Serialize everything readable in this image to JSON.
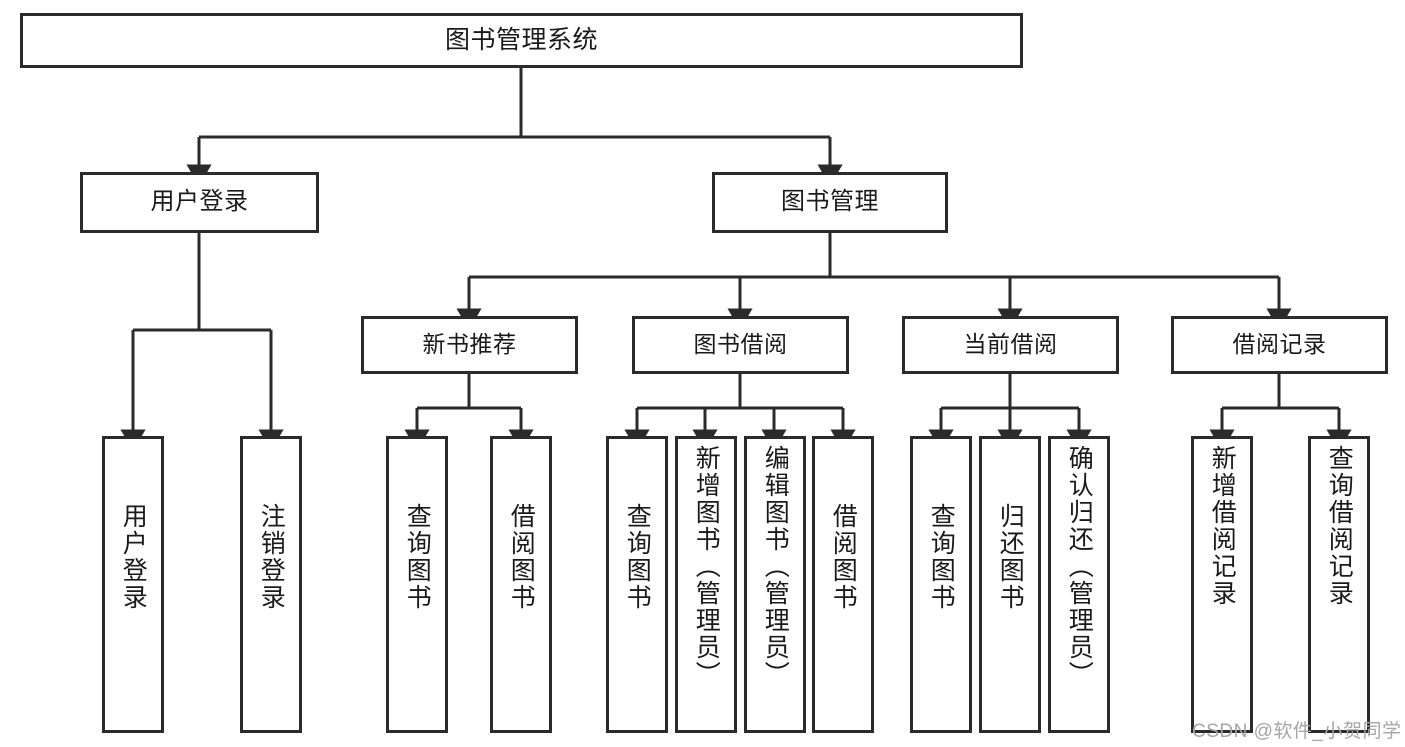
{
  "diagram": {
    "title": "图书管理系统",
    "type": "tree",
    "nodes": {
      "root": {
        "label": "图书管理系统"
      },
      "level2": [
        {
          "id": "user-login",
          "label": "用户登录"
        },
        {
          "id": "book-manage",
          "label": "图书管理"
        }
      ],
      "level3": [
        {
          "id": "new-book-rec",
          "label": "新书推荐"
        },
        {
          "id": "book-borrow",
          "label": "图书借阅"
        },
        {
          "id": "current-borrow",
          "label": "当前借阅"
        },
        {
          "id": "borrow-record",
          "label": "借阅记录"
        }
      ],
      "leaves": [
        {
          "id": "leaf-user-login",
          "label": "用户登录",
          "parent": "user-login"
        },
        {
          "id": "leaf-logout",
          "label": "注销登录",
          "parent": "user-login"
        },
        {
          "id": "leaf-query-book-1",
          "label": "查询图书",
          "parent": "new-book-rec"
        },
        {
          "id": "leaf-borrow-book-1",
          "label": "借阅图书",
          "parent": "new-book-rec"
        },
        {
          "id": "leaf-query-book-2",
          "label": "查询图书",
          "parent": "book-borrow"
        },
        {
          "id": "leaf-add-book",
          "label": "新增图书（管理员）",
          "parent": "book-borrow"
        },
        {
          "id": "leaf-edit-book",
          "label": "编辑图书（管理员）",
          "parent": "book-borrow"
        },
        {
          "id": "leaf-borrow-book-2",
          "label": "借阅图书",
          "parent": "book-borrow"
        },
        {
          "id": "leaf-query-book-3",
          "label": "查询图书",
          "parent": "current-borrow"
        },
        {
          "id": "leaf-return-book",
          "label": "归还图书",
          "parent": "current-borrow"
        },
        {
          "id": "leaf-confirm-return",
          "label": "确认归还（管理员）",
          "parent": "current-borrow"
        },
        {
          "id": "leaf-add-record",
          "label": "新增借阅记录",
          "parent": "borrow-record"
        },
        {
          "id": "leaf-query-record",
          "label": "查询借阅记录",
          "parent": "borrow-record"
        }
      ]
    },
    "colors": {
      "border": "#2b2b2b",
      "background": "#ffffff",
      "text": "#1a1a1a",
      "watermark": "#a6a6a6"
    }
  },
  "watermark": {
    "text": "CSDN @软件_小贺同学"
  }
}
